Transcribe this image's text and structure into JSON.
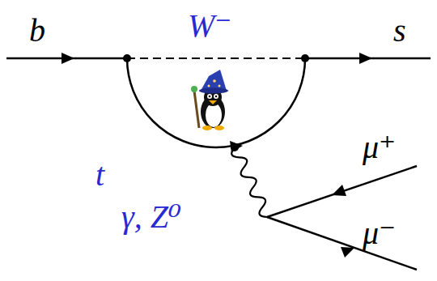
{
  "diagram": {
    "labels": [
      "b",
      "W⁻",
      "s",
      "t",
      "γ, Z⁰",
      "μ⁺",
      "μ⁻"
    ]
  }
}
